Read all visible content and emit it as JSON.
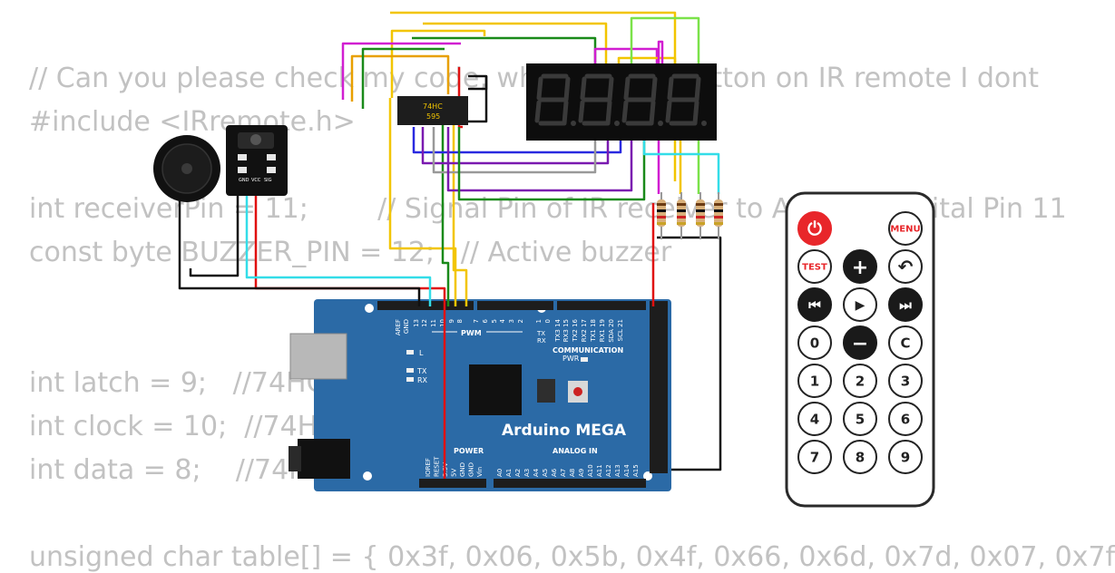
{
  "code_lines": [
    "// Can you please check my code, when I press button on IR remote I dont",
    "#include <IRremote.h>",
    "int receiverPin = 11;        // Signal Pin of IR receiver to Arduino Digital Pin 11",
    "const byte BUZZER_PIN = 12;   // Active buzzer",
    "int latch = 9;   //74HC595  pin 9 STCP",
    "int clock = 10;  //74HC595  pin 10 SHCP",
    "int data = 8;    //74HC595  pin 8 DS",
    "unsigned char table[] = { 0x3f, 0x06, 0x5b, 0x4f, 0x66, 0x6d, 0x7d, 0x07, 0x7f"
  ],
  "chip": {
    "line1": "74HC",
    "line2": "595"
  },
  "ir_module_pins": [
    "GND",
    "VCC",
    "SIG"
  ],
  "mega": {
    "name": "Arduino MEGA",
    "pwm_label": "PWM",
    "comm_label": "COMMUNICATION",
    "power_label": "POWER",
    "analog_label": "ANALOG IN",
    "led_labels": [
      "L",
      "TX",
      "RX"
    ],
    "pwr_label": "PWR",
    "pin_labels_top": [
      "AREF",
      "GND",
      "13",
      "12",
      "11",
      "10",
      "9",
      "8",
      "7",
      "6",
      "5",
      "4",
      "3",
      "2",
      "1",
      "0",
      "TX3 14",
      "RX3 15",
      "TX2 16",
      "RX2 17",
      "TX1 18",
      "RX1 19",
      "SDA 20",
      "SCL 21"
    ],
    "tx_rx_labels": [
      "TX",
      "RX"
    ],
    "power_pins": [
      "IOREF",
      "RESET",
      "3.3V",
      "5V",
      "GND",
      "GND",
      "Vin"
    ],
    "analog_pins": [
      "A0",
      "A1",
      "A2",
      "A3",
      "A4",
      "A5",
      "A6",
      "A7",
      "A8",
      "A9",
      "A10",
      "A11",
      "A12",
      "A13",
      "A14",
      "A15"
    ]
  },
  "remote": {
    "buttons": [
      "⏻",
      "MENU",
      "TEST",
      "+",
      "↶",
      "⏮",
      "▶",
      "⏭",
      "0",
      "−",
      "C",
      "1",
      "2",
      "3",
      "4",
      "5",
      "6",
      "7",
      "8",
      "9"
    ]
  },
  "colors": {
    "board": "#2b6aa6",
    "wire_yellow": "#f2c500",
    "wire_green": "#1a8a1a",
    "wire_red": "#e01010",
    "wire_black": "#111111",
    "wire_cyan": "#33dde8",
    "wire_magenta": "#d11ed1",
    "wire_blue": "#2a2ae0",
    "wire_purple": "#7a1ab0",
    "wire_gray": "#999999",
    "wire_lime": "#7be24a",
    "remote_red": "#e8262a"
  }
}
